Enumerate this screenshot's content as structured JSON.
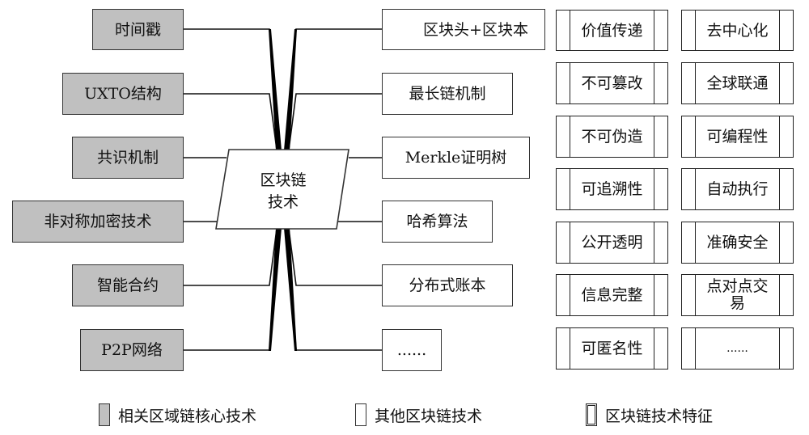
{
  "center": {
    "line1": "区块链",
    "line2": "技术"
  },
  "core_technologies": [
    {
      "label": "时间戳"
    },
    {
      "label": "UXTO结构"
    },
    {
      "label": "共识机制"
    },
    {
      "label": "非对称加密技术"
    },
    {
      "label": "智能合约"
    },
    {
      "label": "P2P网络"
    }
  ],
  "other_technologies": [
    {
      "label": "区块头+区块本"
    },
    {
      "label": "最长链机制"
    },
    {
      "label": "Merkle证明树"
    },
    {
      "label": "哈希算法"
    },
    {
      "label": "分布式账本"
    },
    {
      "label": "......"
    }
  ],
  "features": {
    "column1": [
      "价值传递",
      "不可篡改",
      "不可伪造",
      "可追溯性",
      "公开透明",
      "信息完整",
      "可匿名性"
    ],
    "column2": [
      "去中心化",
      "全球联通",
      "可编程性",
      "自动执行",
      "准确安全",
      "点对点交易",
      "......"
    ]
  },
  "legend": [
    {
      "type": "core",
      "label": "相关区域链核心技术"
    },
    {
      "type": "other",
      "label": "其他区块链技术"
    },
    {
      "type": "feature",
      "label": "区块链技术特征"
    }
  ],
  "colors": {
    "core_fill": "#c0c0c0",
    "stroke": "#222222"
  }
}
